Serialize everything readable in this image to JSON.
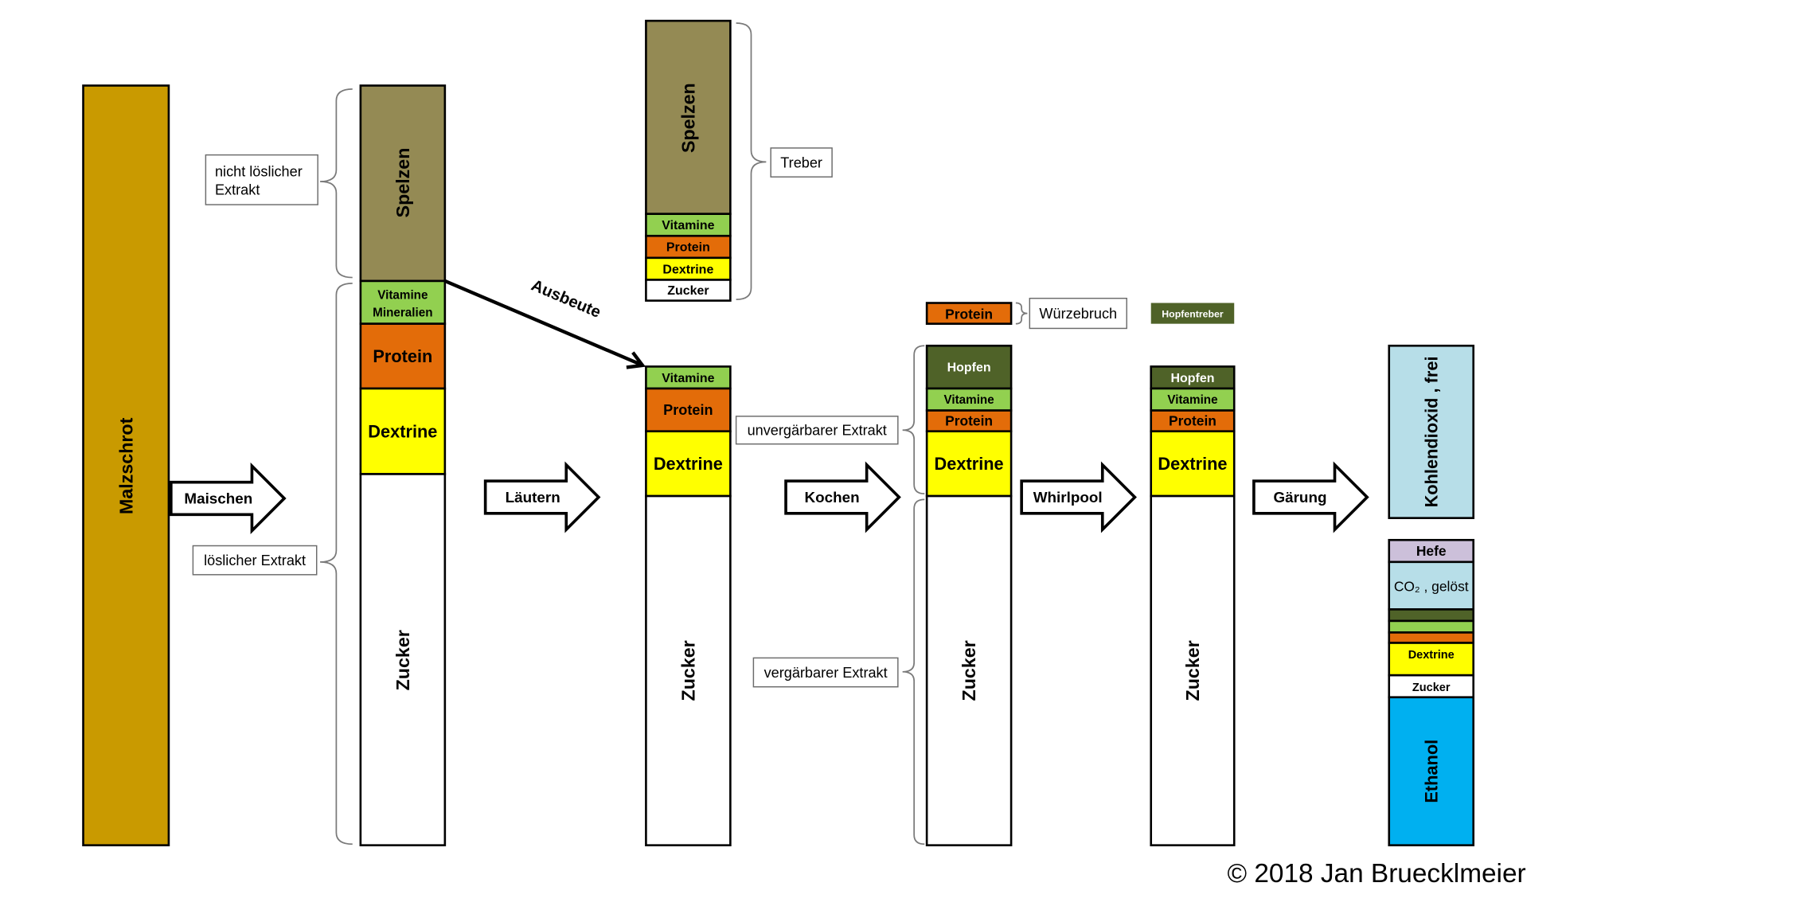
{
  "colors": {
    "malzschrot": "#C99A00",
    "spelzen": "#948A54",
    "vitamine": "#92D050",
    "protein": "#E36C09",
    "dextrine": "#FFFF00",
    "zucker": "#FFFFFF",
    "hopfen": "#4F6228",
    "kohlendioxid": "#B7DEE8",
    "hefe": "#CCC0DA",
    "ethanol": "#00B0F0"
  },
  "malzschrot": {
    "label": "Malzschrot"
  },
  "steps": {
    "maischen": "Maischen",
    "laeutern": "Läutern",
    "kochen": "Kochen",
    "whirlpool": "Whirlpool",
    "gaerung": "Gärung"
  },
  "ausbeute": "Ausbeute",
  "maische": {
    "spelzen": "Spelzen",
    "vitamine": "Vitamine",
    "mineralien": "Mineralien",
    "protein": "Protein",
    "dextrine": "Dextrine",
    "zucker": "Zucker"
  },
  "treber": {
    "spelzen": "Spelzen",
    "vitamine": "Vitamine",
    "protein": "Protein",
    "dextrine": "Dextrine",
    "zucker": "Zucker"
  },
  "wuerze": {
    "vitamine": "Vitamine",
    "protein": "Protein",
    "dextrine": "Dextrine",
    "zucker": "Zucker"
  },
  "kochen": {
    "bruch_protein": "Protein",
    "hopfen": "Hopfen",
    "vitamine": "Vitamine",
    "protein": "Protein",
    "dextrine": "Dextrine",
    "zucker": "Zucker"
  },
  "whirlpool": {
    "hopfentreber": "Hopfentreber",
    "hopfen": "Hopfen",
    "vitamine": "Vitamine",
    "protein": "Protein",
    "dextrine": "Dextrine",
    "zucker": "Zucker"
  },
  "gaerung": {
    "kohlendioxid_frei": "Kohlendioxid , frei",
    "hefe": "Hefe",
    "co2_geloest": "CO₂ , gelöst",
    "dextrine": "Dextrine",
    "zucker": "Zucker",
    "ethanol": "Ethanol"
  },
  "labels": {
    "nicht_loeslich": [
      "nicht löslicher",
      "Extrakt"
    ],
    "loeslich": "löslicher Extrakt",
    "treber": "Treber",
    "unvergaerbar": "unvergärbarer Extrakt",
    "vergaerbar": "vergärbarer Extrakt",
    "wuerzebruch": "Würzebruch"
  },
  "copyright": "© 2018 Jan Bruecklmeier"
}
